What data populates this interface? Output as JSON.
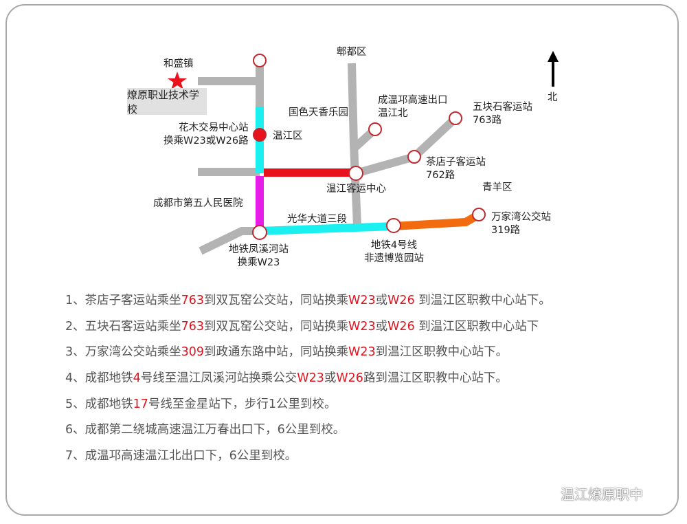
{
  "map": {
    "town": "和盛镇",
    "school": "燎原职业技术学校",
    "north": "北",
    "pidu": "郫都区",
    "guose": "国色天香乐园",
    "exit": [
      "成温邛高速出口",
      "温江北"
    ],
    "wukuaishi": [
      "五块石客运站",
      "763路"
    ],
    "huamu": [
      "花木交易中心站",
      "换乘W23或W26路"
    ],
    "wenjiang": "温江区",
    "chadianzi": [
      "茶店子客运站",
      "762路"
    ],
    "center": "温江客运中心",
    "qingyang": "青羊区",
    "hospital": "成都市第五人民医院",
    "guanghua": "光华大道三段",
    "wanjiawan": [
      "万家湾公交站",
      "319路"
    ],
    "fengxi": [
      "地铁凤溪河站",
      "换乘W23"
    ],
    "metro4": [
      "地铁4号线",
      "非遗博览园站"
    ],
    "colors": {
      "road": "#b3b3b3",
      "cyan": "#1af0f0",
      "red": "#e8121c",
      "magenta": "#e81ce8",
      "orange": "#f26b0f"
    }
  },
  "directions": [
    [
      {
        "t": "1、茶店子客运站乘坐"
      },
      {
        "t": "763",
        "h": 1
      },
      {
        "t": "到双瓦窑公交站，同站换乘"
      },
      {
        "t": "W23",
        "h": 1
      },
      {
        "t": "或"
      },
      {
        "t": "W26",
        "h": 1
      },
      {
        "t": " 到温江区职教中心站下。"
      }
    ],
    [
      {
        "t": "2、五块石客运站乘坐"
      },
      {
        "t": "763",
        "h": 1
      },
      {
        "t": "到双瓦窑公交站，同站换乘"
      },
      {
        "t": "W23",
        "h": 1
      },
      {
        "t": "或"
      },
      {
        "t": "W26",
        "h": 1
      },
      {
        "t": " 到温江区职教中心站下"
      }
    ],
    [
      {
        "t": "3、万家湾公交站乘坐"
      },
      {
        "t": "309",
        "h": 1
      },
      {
        "t": "到政通东路中站，同站换乘"
      },
      {
        "t": "W23",
        "h": 1
      },
      {
        "t": "到温江区职教中心站下。"
      }
    ],
    [
      {
        "t": "4、成都地铁"
      },
      {
        "t": "4",
        "h": 1
      },
      {
        "t": "号线至温江凤溪河站换乘公交"
      },
      {
        "t": "W23",
        "h": 1
      },
      {
        "t": "或"
      },
      {
        "t": "W26",
        "h": 1
      },
      {
        "t": "路到温江区职教中心站下。"
      }
    ],
    [
      {
        "t": "5、成都地铁"
      },
      {
        "t": "17",
        "h": 1
      },
      {
        "t": "号线至金星站下，步行1公里到校。"
      }
    ],
    [
      {
        "t": "6、成都第二绕城高速温江万春出口下，6公里到校。"
      }
    ],
    [
      {
        "t": "7、成温邛高速温江北出口下，6公里到校。"
      }
    ]
  ],
  "watermark": "温江燎原职中"
}
